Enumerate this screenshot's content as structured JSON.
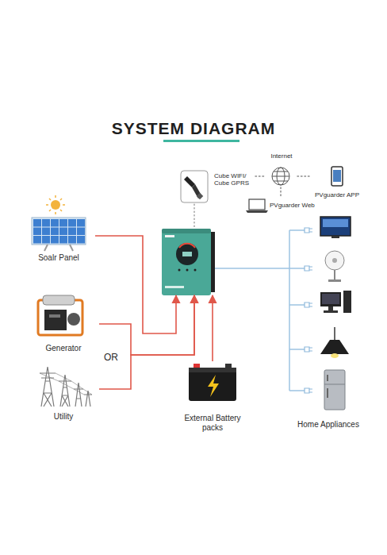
{
  "diagram": {
    "title": "SYSTEM DIAGRAM",
    "nodes": [
      {
        "text": [
          "Cube WIFI/ Cube GPRS"
        ]
      },
      {
        "text": [
          "Internet"
        ]
      },
      {
        "text": [
          "PVguarder APP"
        ]
      },
      {
        "text": [
          "PVguarder Web"
        ]
      },
      {
        "text": [
          "Soalr Panel"
        ]
      },
      {
        "text": []
      },
      {
        "text": [
          "Generator"
        ]
      },
      {
        "text": [
          "Utility"
        ]
      },
      {
        "text": [
          "External Battery packs"
        ]
      },
      {
        "text": [
          "Home Appliances"
        ]
      }
    ],
    "edges": [
      {
        "from": 4,
        "to": 5,
        "arrow": "to"
      },
      {
        "from": 6,
        "to": 5,
        "arrow": "to"
      },
      {
        "from": 7,
        "to": 5,
        "arrow": "to"
      },
      {
        "from": 8,
        "to": 5,
        "arrow": "to"
      },
      {
        "from": 0,
        "to": 5,
        "arrow": "none"
      },
      {
        "from": 0,
        "to": 1,
        "arrow": "none"
      },
      {
        "from": 1,
        "to": 2,
        "arrow": "none"
      },
      {
        "from": 1,
        "to": 3,
        "arrow": "none"
      },
      {
        "from": 5,
        "to": 9,
        "arrow": "none"
      }
    ],
    "labels": [
      "OR"
    ]
  }
}
